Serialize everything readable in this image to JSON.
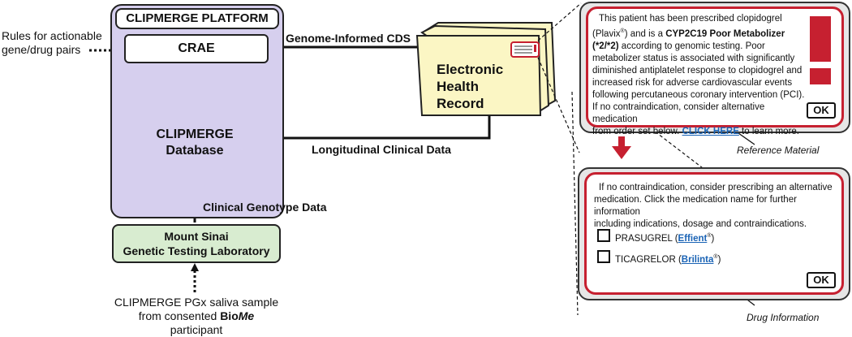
{
  "platform": {
    "title": "CLIPMERGE PLATFORM"
  },
  "crae": {
    "label": "CRAE"
  },
  "database": {
    "line1": "CLIPMERGE",
    "line2": "Database"
  },
  "lab": {
    "line1": "Mount Sinai",
    "line2": "Genetic Testing Laboratory"
  },
  "rules": {
    "line1": "Rules for actionable",
    "line2": "gene/drug pairs"
  },
  "sample": {
    "line1": "CLIPMERGE PGx saliva sample",
    "line2_pre": "from consented ",
    "line2_bold": "Bio",
    "line2_italic": "Me",
    "line2_post": " participant"
  },
  "arrows": {
    "cds": "Genome-Informed CDS",
    "clinical": "Longitudinal Clinical Data",
    "genotype": "Clinical Genotype Data"
  },
  "ehr": {
    "line1": "Electronic",
    "line2": "Health",
    "line3": "Record"
  },
  "alert1": {
    "t1": "This patient has been prescribed clopidogrel",
    "t2": "(Plavix",
    "t2_reg": "®",
    "t3": ") and is a ",
    "t4": "CYP2C19 Poor Metabolizer",
    "t5": "(*2/*2)",
    "t6": " according to genomic testing.  Poor",
    "t7": "metabolizer status is associated with significantly",
    "t8": "diminished antiplatelet response to clopidogrel and",
    "t9": "increased risk for adverse cardiovascular events",
    "t10": "following percutaneous coronary intervention (PCI).",
    "t11": "If no contraindication, consider alternative medication",
    "t12": "from order set below. ",
    "link": "CLICK HERE",
    "t13": " to learn more.",
    "warning": "!",
    "ok": "OK"
  },
  "ref_label": "Reference Material",
  "alert2": {
    "t1": "If no contraindication, consider prescribing an alternative",
    "t2": "medication.  Click the medication name for further information",
    "t3": "including indications, dosage and contraindications.",
    "drug1": "PRASUGREL (",
    "drug1_link": "Effient",
    "drug1_reg": "®",
    "drug1_close": ")",
    "drug2": "TICAGRELOR (",
    "drug2_link": "Brilinta",
    "drug2_reg": "®",
    "drug2_close": ")",
    "ok": "OK"
  },
  "drug_label": "Drug Information",
  "colors": {
    "platform": "#d6cfee",
    "lab": "#d8ecd0",
    "ehr": "#fbf6c4",
    "alert_border": "#c62030",
    "link": "#1a63b5"
  }
}
